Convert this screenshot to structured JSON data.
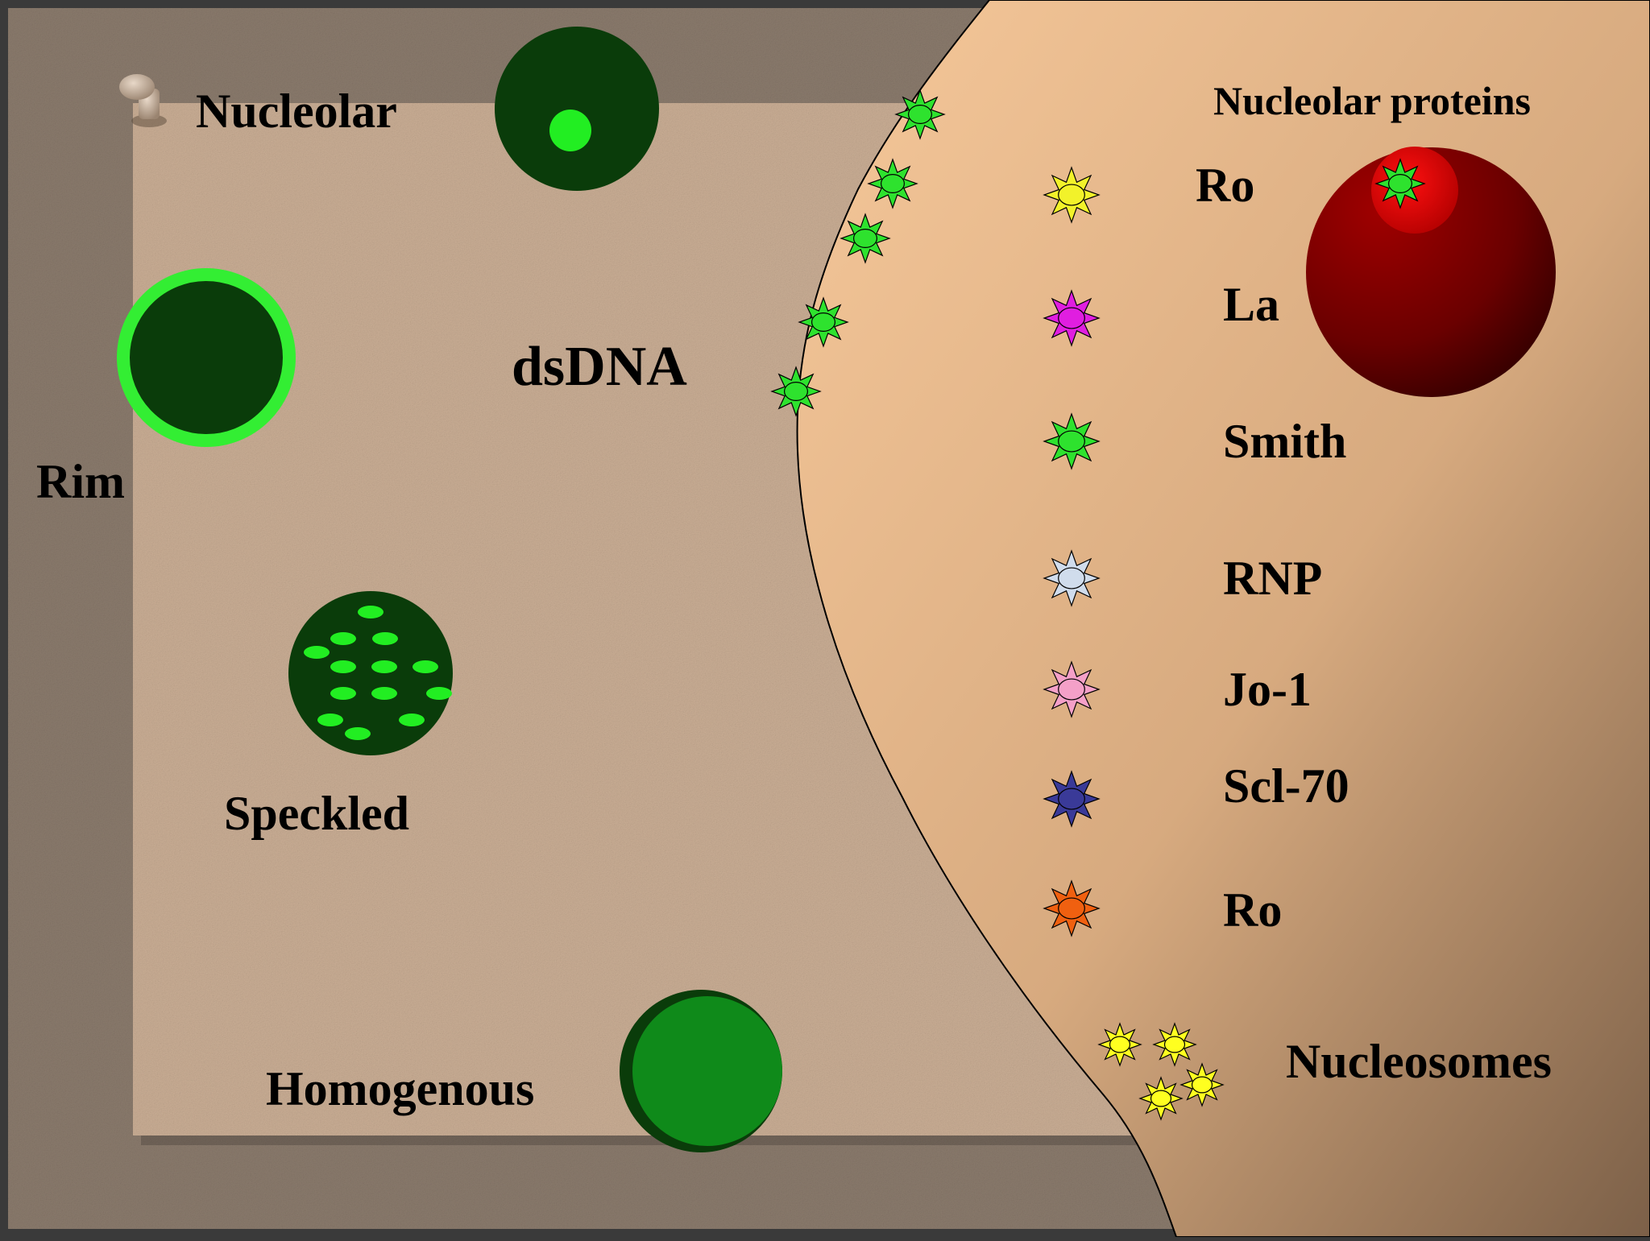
{
  "patterns": {
    "nucleolar": "Nucleolar",
    "rim": "Rim",
    "dsdna": "dsDNA",
    "speckled": "Speckled",
    "homogenous": "Homogenous"
  },
  "cell": {
    "heading": "Nucleolar proteins"
  },
  "antigens": [
    {
      "label": "Ro",
      "color": "#f2f22a"
    },
    {
      "label": "La",
      "color": "#e01ee0"
    },
    {
      "label": "Smith",
      "color": "#2ee22e"
    },
    {
      "label": "RNP",
      "color": "#d0dcec"
    },
    {
      "label": "Jo-1",
      "color": "#f4a0c8"
    },
    {
      "label": "Scl-70",
      "color": "#3a3a98"
    },
    {
      "label": "Ro",
      "color": "#f06010"
    }
  ],
  "nucleosomes": {
    "label": "Nucleosomes",
    "color": "#ffff20"
  },
  "colors": {
    "nucleus_dark": "#0a3c0a",
    "fluor_bright": "#22ee22",
    "homogenous_fill": "#0f8a1a",
    "cytoplasm": "#f2c498",
    "nucleolus": "#7a0000"
  }
}
